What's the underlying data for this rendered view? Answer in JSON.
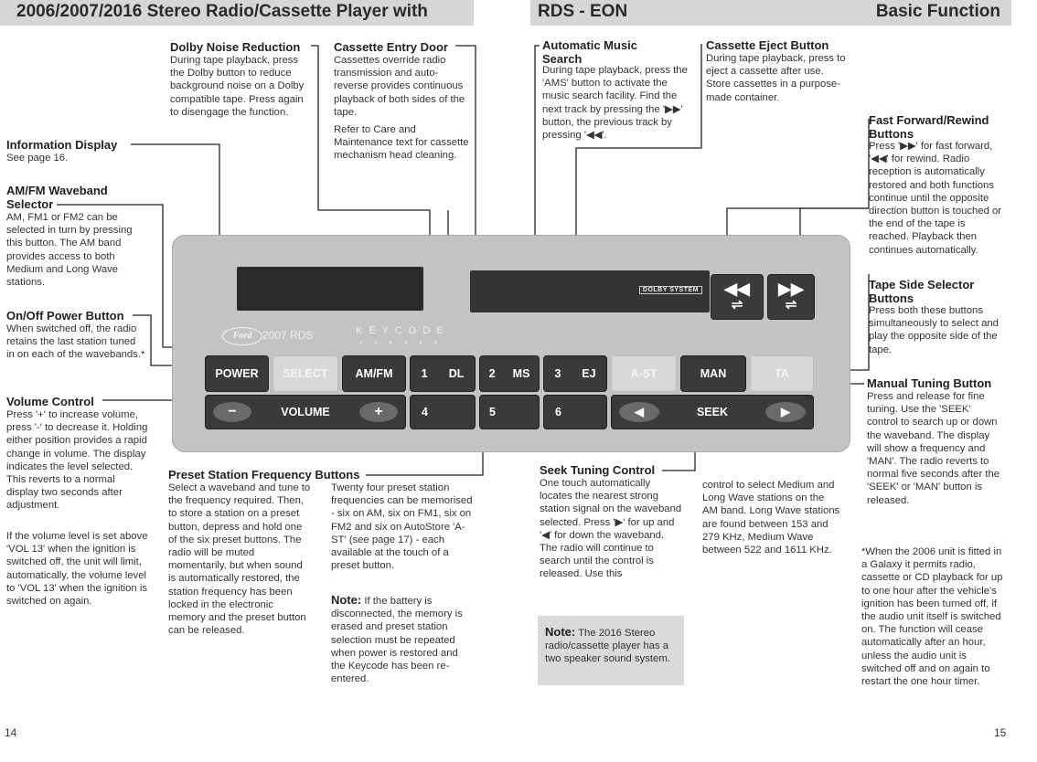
{
  "header": {
    "left_title": "2006/2007/2016 Stereo Radio/Cassette Player with",
    "mid_title": "RDS - EON",
    "right_title": "Basic Function"
  },
  "info_display": {
    "title": "Information Display",
    "body": "See page 16."
  },
  "amfm_selector": {
    "title": "AM/FM Waveband Selector",
    "body": "AM, FM1 or FM2 can be selected in turn by pressing this button. The AM band provides access to both Medium and Long Wave stations."
  },
  "power_button": {
    "title": "On/Off Power Button",
    "body": "When switched off, the radio retains the last station tuned in on each of the wavebands.*"
  },
  "volume_control": {
    "title": "Volume Control",
    "body": "Press '+' to increase volume, press '-' to decrease it. Holding either position provides a rapid change in volume. The display indicates the level selected. This reverts to a normal display two seconds after adjustment.",
    "body2": "If the volume level is set above 'VOL 13' when the ignition is switched off, the unit will limit, automatically, the volume level to 'VOL 13' when the ignition is switched on again."
  },
  "dolby": {
    "title": "Dolby Noise Reduction",
    "body": "During tape playback, press the Dolby button to reduce background noise on a Dolby compatible tape. Press again to disengage the function."
  },
  "cassette_door": {
    "title": "Cassette Entry Door",
    "body": "Cassettes override radio transmission and auto-reverse provides continuous playback of both sides of the tape.",
    "body2": "Refer to Care and Maintenance text for cassette mechanism head cleaning."
  },
  "ams": {
    "title": "Automatic Music Search",
    "body": "During tape playback, press the 'AMS' button to activate the music search facility. Find the next track by pressing the '▶▶' button, the previous track by pressing '◀◀'."
  },
  "eject": {
    "title": "Cassette Eject Button",
    "body": "During tape playback, press to eject a cassette after use. Store cassettes in a purpose-made container."
  },
  "ffrew": {
    "title": "Fast Forward/Rewind Buttons",
    "body": "Press '▶▶' for fast forward, '◀◀' for rewind. Radio reception is automatically restored and both functions continue until the opposite direction button is touched or the end of the tape is reached. Playback then continues automatically."
  },
  "tape_side": {
    "title": "Tape Side Selector Buttons",
    "body": "Press both these buttons simultaneously to select and play the opposite side of the tape."
  },
  "manual_tuning": {
    "title": "Manual Tuning Button",
    "body": "Press and release for fine tuning. Use the 'SEEK' control to search up or down the waveband. The display will show a frequency and 'MAN'. The radio reverts to normal five seconds after the 'SEEK' or 'MAN' button is released."
  },
  "preset": {
    "title": "Preset Station Frequency Buttons",
    "col1": "Select a waveband and tune to the frequency required. Then, to store a station on a preset button, depress and hold one of the six preset buttons. The radio will be muted momentarily, but when sound is automatically restored, the station frequency has been locked in the electronic memory and the preset button can be released.",
    "col2": "Twenty four preset station frequencies can be memorised - six on AM, six on FM1, six on FM2 and six on AutoStore 'A-ST' (see page 17) - each available at the touch of a preset button.",
    "note_label": "Note:",
    "note_body": " If the battery is disconnected, the memory is erased and preset station selection must be repeated when power is restored and the Keycode has been re-entered."
  },
  "seek": {
    "title": "Seek Tuning Control",
    "col1": "One touch automatically locates the nearest strong station signal on the waveband selected. Press '▶' for up and '◀' for down the waveband. The radio will continue to search until the control is released. Use this",
    "col2": "control to select Medium and Long Wave stations on the AM band. Long Wave stations are found between 153 and 279 KHz, Medium Wave between 522 and 1611 KHz."
  },
  "note_2016": {
    "label": "Note:",
    "body": " The 2016 Stereo radio/cassette player has a two speaker sound system."
  },
  "footnote": {
    "body": "*When the 2006 unit is fitted in a Galaxy it permits radio, cassette or CD playback for up to one hour after the vehicle's ignition has been turned off, if the audio unit itself is switched on. The function will cease automatically after an hour, unless the audio unit is switched off and on again to restart the one hour timer."
  },
  "radio": {
    "brand": "Ford",
    "model": "2007 RDS",
    "keycode": "K E Y C O D E",
    "dots": "● ● ● ● ● ●",
    "dolby_logo": "DOLBY SYSTEM",
    "buttons": {
      "power": "POWER",
      "select": "SELECT",
      "amfm": "AM/FM",
      "preset1": "1",
      "preset1_label": "DL",
      "preset2": "2",
      "preset2_label": "MS",
      "preset3": "3",
      "preset3_label": "EJ",
      "ast": "A-ST",
      "man": "MAN",
      "ta": "TA",
      "vol_minus": "−",
      "volume": "VOLUME",
      "vol_plus": "+",
      "preset4": "4",
      "preset5": "5",
      "preset6": "6",
      "seek_left": "◀",
      "seek": "SEEK",
      "seek_right": "▶"
    }
  },
  "pages": {
    "left": "14",
    "right": "15"
  }
}
